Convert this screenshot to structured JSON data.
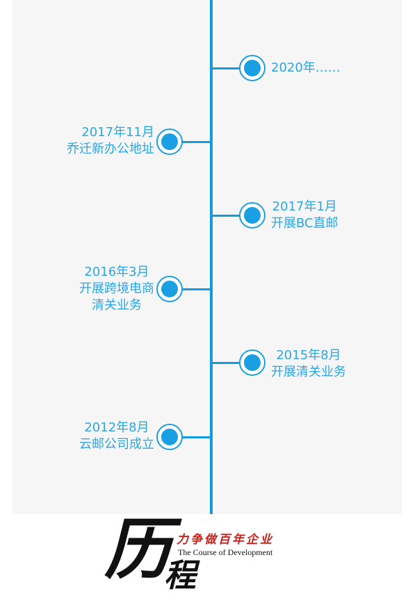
{
  "timeline": {
    "accent_color": "#139be1",
    "events": [
      {
        "side": "right",
        "lines": [
          "2020年……"
        ]
      },
      {
        "side": "left",
        "lines": [
          "2017年11月",
          "乔迁新办公地址"
        ]
      },
      {
        "side": "right",
        "lines": [
          "2017年1月",
          "开展BC直邮"
        ]
      },
      {
        "side": "left",
        "lines": [
          "2016年3月",
          "开展跨境电商",
          "清关业务"
        ]
      },
      {
        "side": "right",
        "lines": [
          "2015年8月",
          "开展清关业务"
        ]
      },
      {
        "side": "left",
        "lines": [
          "2012年8月",
          "云邮公司成立"
        ]
      }
    ]
  },
  "logo": {
    "big_char_1": "历",
    "big_char_2": "程",
    "slogan": "力争做百年企业",
    "subtitle": "The Course of Development"
  }
}
